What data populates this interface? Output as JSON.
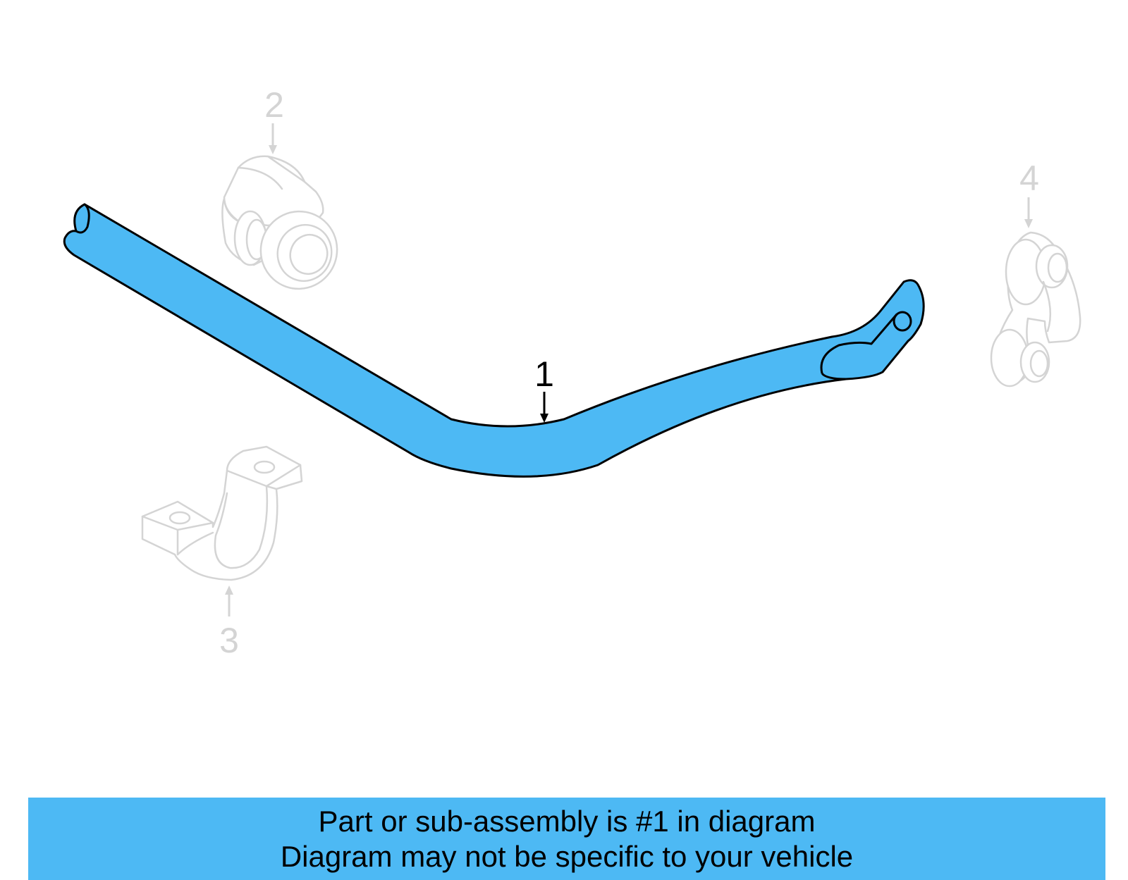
{
  "colors": {
    "highlight": "#4db9f4",
    "ghost": "#d4d4d4",
    "outline": "#000000",
    "background": "#ffffff"
  },
  "callouts": {
    "part1": "1",
    "part2": "2",
    "part3": "3",
    "part4": "4"
  },
  "banner": {
    "line1": "Part or sub-assembly is #1 in diagram",
    "line2": "Diagram may not be specific to your vehicle"
  }
}
